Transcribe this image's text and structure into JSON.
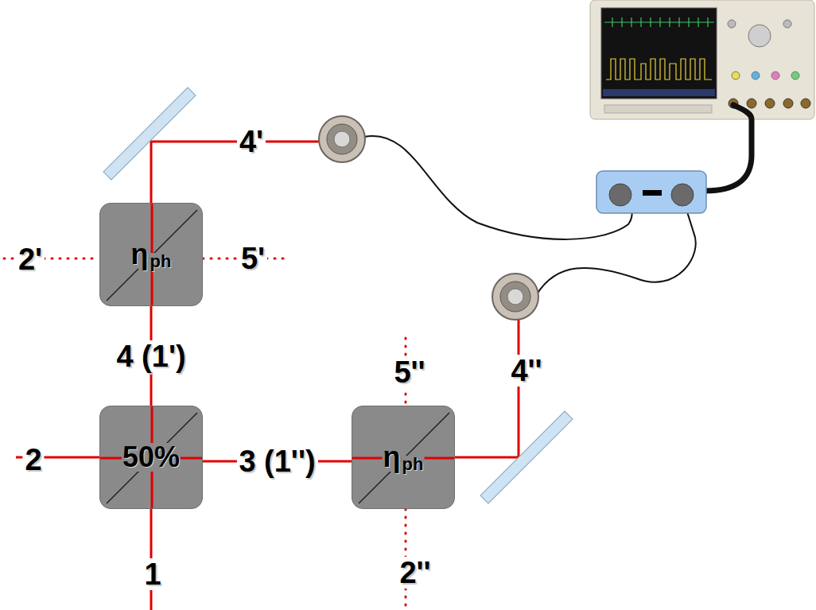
{
  "diagram": {
    "nodes": [
      {
        "text": [
          "η",
          "ph"
        ]
      },
      {
        "text": [
          "50%"
        ]
      },
      {
        "text": [
          "η",
          "ph"
        ]
      }
    ],
    "edges": [
      {
        "from": 1,
        "to": 0,
        "arrow": "none",
        "label": "4 (1')"
      },
      {
        "from": 1,
        "to": 2,
        "arrow": "none",
        "label": "3 (1'')"
      }
    ],
    "labels": [
      "2'",
      "5'",
      "4'",
      "5''",
      "4''",
      "2",
      "1",
      "2''"
    ]
  }
}
